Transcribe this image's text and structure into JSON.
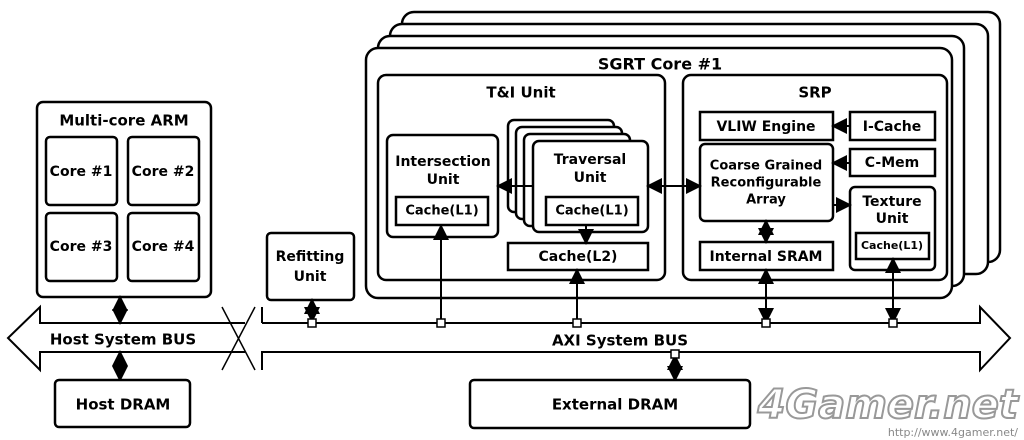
{
  "arm": {
    "title": "Multi-core ARM",
    "cores": [
      "Core #1",
      "Core #2",
      "Core #3",
      "Core #4"
    ]
  },
  "refitting": {
    "line1": "Refitting",
    "line2": "Unit"
  },
  "sgrt": {
    "title": "SGRT Core #1",
    "ti": {
      "title": "T&I Unit",
      "intersection": {
        "line1": "Intersection",
        "line2": "Unit",
        "cache": "Cache(L1)"
      },
      "traversal": {
        "line1": "Traversal",
        "line2": "Unit",
        "cache": "Cache(L1)"
      },
      "l2": "Cache(L2)"
    },
    "srp": {
      "title": "SRP",
      "vliw": "VLIW Engine",
      "icache": "I-Cache",
      "cmem": "C-Mem",
      "cgra": {
        "line1": "Coarse Grained",
        "line2": "Reconfigurable",
        "line3": "Array"
      },
      "texture": {
        "line1": "Texture",
        "line2": "Unit",
        "cache": "Cache(L1)"
      },
      "sram": "Internal SRAM"
    }
  },
  "buses": {
    "host": "Host System BUS",
    "axi": "AXI System BUS"
  },
  "memory": {
    "host_dram": "Host DRAM",
    "external_dram": "External DRAM"
  },
  "watermark": {
    "logo": "4Gamer.net",
    "url": "http://www.4gamer.net/"
  }
}
